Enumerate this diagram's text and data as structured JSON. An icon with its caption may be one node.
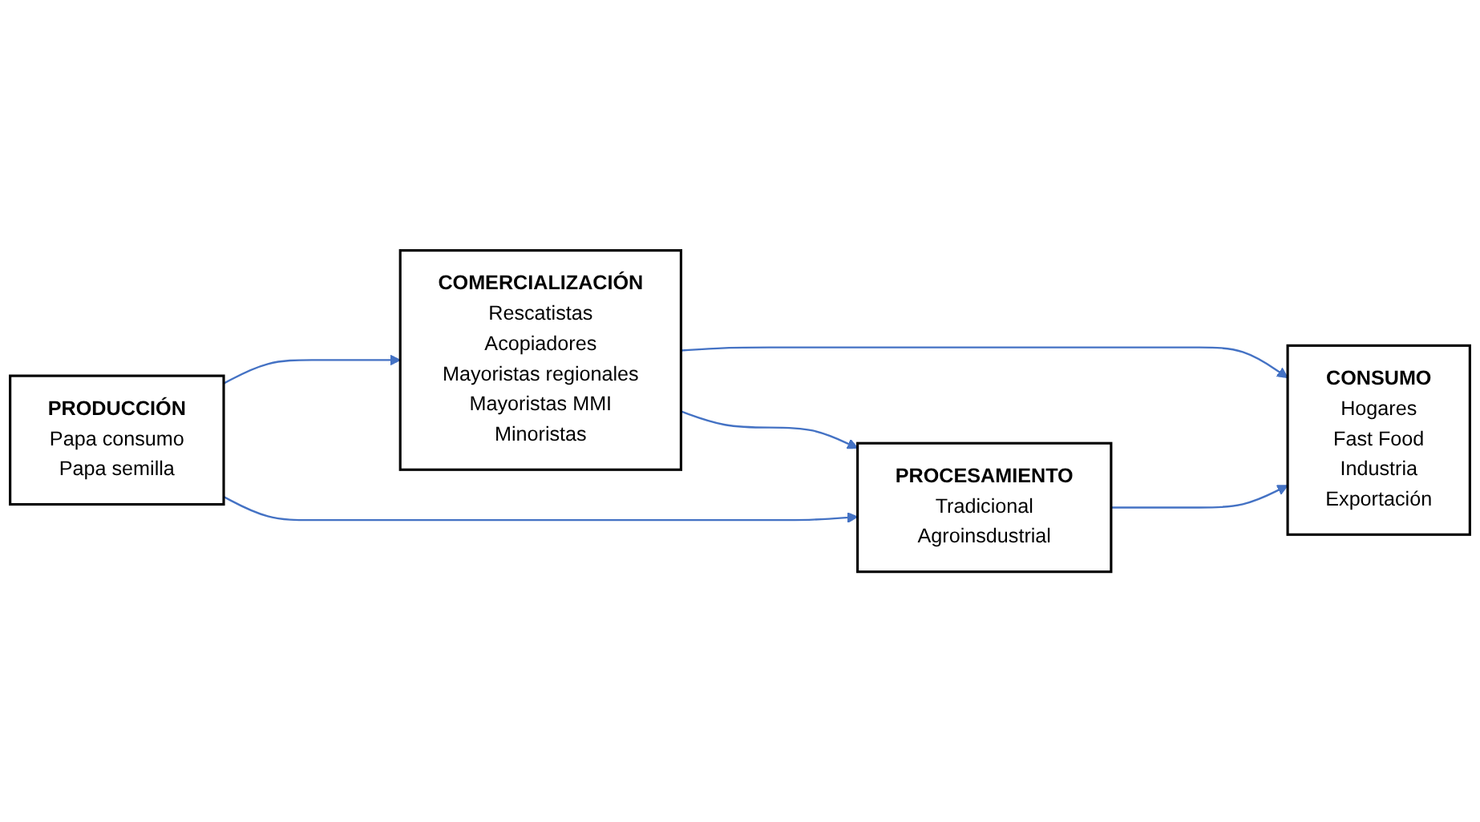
{
  "diagram": {
    "nodes": [
      {
        "text": [
          "PRODUCCIÓN",
          "Papa consumo",
          "Papa semilla"
        ]
      },
      {
        "text": [
          "COMERCIALIZACIÓN",
          "Rescatistas",
          "Acopiadores",
          "Mayoristas regionales",
          "Mayoristas MMI",
          "Minoristas"
        ]
      },
      {
        "text": [
          "CONSUMO",
          "Hogares",
          "Fast Food",
          "Industria",
          "Exportación"
        ]
      },
      {
        "text": [
          "PROCESAMIENTO",
          "Tradicional",
          "Agroinsdustrial"
        ]
      }
    ],
    "edges": [
      {
        "from": 0,
        "to": 1,
        "arrow": "to"
      },
      {
        "from": 1,
        "to": 2,
        "arrow": "to"
      },
      {
        "from": 1,
        "to": 3,
        "arrow": "to"
      },
      {
        "from": 0,
        "to": 3,
        "arrow": "to"
      },
      {
        "from": 3,
        "to": 2,
        "arrow": "to"
      }
    ]
  }
}
